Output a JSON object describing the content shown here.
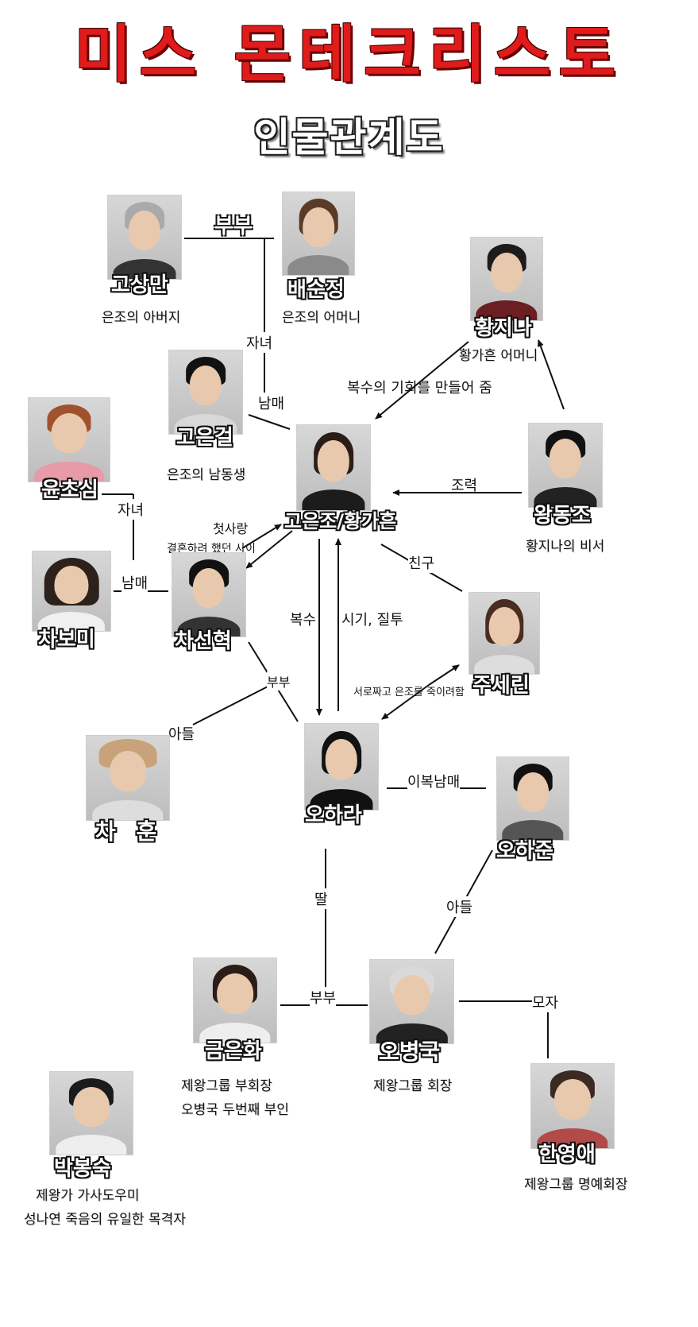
{
  "title": "미스 몬테크리스토",
  "subtitle": "인물관계도",
  "characters": {
    "go_sangman": {
      "name": "고상만",
      "desc": "은조의 아버지"
    },
    "bae_sunjeong": {
      "name": "배순정",
      "desc": "은조의 어머니"
    },
    "hwang_jina": {
      "name": "황지나",
      "desc": "황가흔 어머니"
    },
    "go_eungeol": {
      "name": "고은걸",
      "desc": "은조의 남동생"
    },
    "yun_chosim": {
      "name": "윤초심",
      "desc": ""
    },
    "go_eunjo": {
      "name": "고은조/황가흔",
      "desc": ""
    },
    "wang_dongjo": {
      "name": "왕동조",
      "desc": "황지나의 비서"
    },
    "cha_bomi": {
      "name": "차보미",
      "desc": ""
    },
    "cha_seonhyeok": {
      "name": "차선혁",
      "desc": ""
    },
    "ju_serin": {
      "name": "주세린",
      "desc": ""
    },
    "cha_hun": {
      "name": "차 훈",
      "desc": ""
    },
    "oh_hara": {
      "name": "오하라",
      "desc": ""
    },
    "oh_hajun": {
      "name": "오하준",
      "desc": ""
    },
    "geum_eunhwa": {
      "name": "금은화",
      "desc1": "제왕그룹 부회장",
      "desc2": "오병국 두번째 부인"
    },
    "oh_byeongguk": {
      "name": "오병국",
      "desc": "제왕그룹 회장"
    },
    "park_bongsuk": {
      "name": "박봉숙",
      "desc1": "제왕가 가사도우미",
      "desc2": "성나연 죽음의 유일한 목격자"
    },
    "han_yeongae": {
      "name": "한영애",
      "desc": "제왕그룹 명예회장"
    }
  },
  "relations": {
    "couple_top": "부부",
    "children_top": "자녀",
    "siblings_top": "남매",
    "revenge_chance": "복수의 기회를 만들어 줌",
    "help": "조력",
    "children_left": "자녀",
    "siblings_left": "남매",
    "first_love": "첫사랑",
    "first_love_sub": "결혼하려 했던 사이",
    "friend": "친구",
    "revenge": "복수",
    "jealousy": "시기, 질투",
    "serin_hara": "서로짜고 은조를 죽이려함",
    "couple_cha": "부부",
    "son_cha": "아들",
    "half_siblings": "이복남매",
    "daughter": "딸",
    "son_oh": "아들",
    "couple_oh": "부부",
    "mother_son": "모자"
  }
}
